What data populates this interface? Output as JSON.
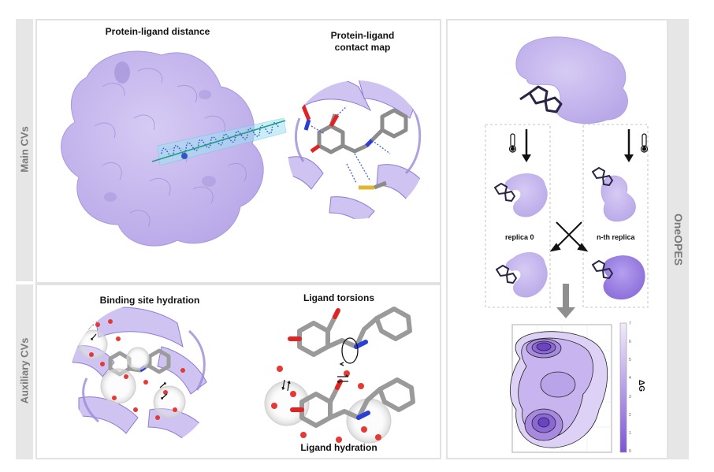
{
  "side_labels": {
    "main": "Main CVs",
    "auxiliary": "Auxiliary CVs",
    "right": "OneOPES"
  },
  "panels": {
    "distance_title": "Protein-ligand distance",
    "contact_title_line1": "Protein-ligand",
    "contact_title_line2": "contact map",
    "hydration_site_title": "Binding site hydration",
    "torsions_title": "Ligand torsions",
    "ligand_hydration_title": "Ligand hydration"
  },
  "replicas": {
    "replica0": "replica 0",
    "nth": "n-th replica"
  },
  "colorbar": {
    "label": "ΔG",
    "ticks": [
      "7",
      "6",
      "5",
      "4",
      "3",
      "2",
      "1",
      "0"
    ]
  },
  "colors": {
    "protein": "#c3b4ec",
    "protein_dark": "#a58fe0",
    "ligand": "#a8a8a8",
    "water": "#e53935",
    "nitrogen": "#2b3ed8",
    "oxygen": "#e02424",
    "sulfur": "#e1b530",
    "accent_blue": "#7fd3ea",
    "teal": "#1e9d8a"
  }
}
